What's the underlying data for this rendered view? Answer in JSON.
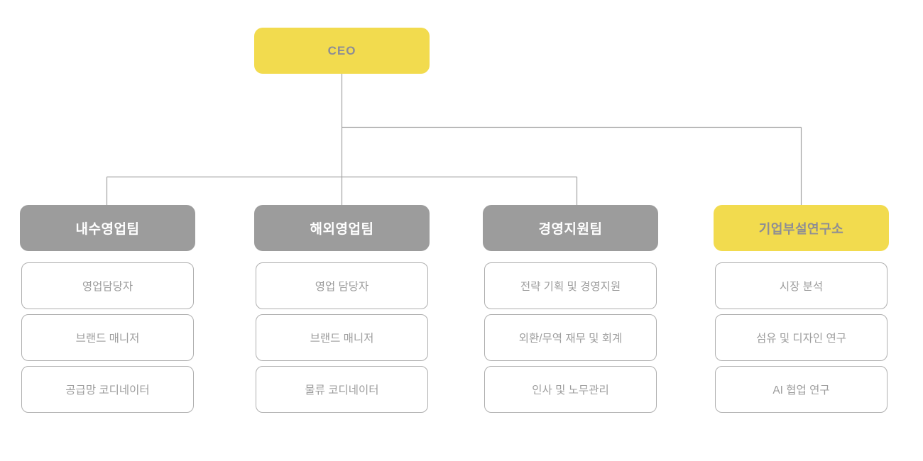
{
  "colors": {
    "highlight_yellow": "#F2DB4E",
    "team_gray": "#9C9C9C",
    "text_on_yellow": "#8D8D95",
    "text_on_gray": "#FFFFFF",
    "member_text": "#9D9D9D",
    "member_border": "#AFAFAF",
    "connector_line": "#A3A3A3",
    "background": "#FFFFFF"
  },
  "org_chart": {
    "root": {
      "label": "CEO",
      "variant": "yellow"
    },
    "teams": [
      {
        "label": "내수영업팀",
        "variant": "gray",
        "members": [
          "영업담당자",
          "브랜드 매니저",
          "공급망 코디네이터"
        ]
      },
      {
        "label": "해외영업팀",
        "variant": "gray",
        "members": [
          "영업 담당자",
          "브랜드 매니저",
          "물류 코디네이터"
        ]
      },
      {
        "label": "경영지원팀",
        "variant": "gray",
        "members": [
          "전략 기획 및 경영지원",
          "외환/무역 재무 및 회계",
          "인사 및 노무관리"
        ]
      },
      {
        "label": "기업부설연구소",
        "variant": "yellow",
        "members": [
          "시장 분석",
          "섬유 및 디자인 연구",
          "AI 협업 연구"
        ]
      }
    ]
  }
}
